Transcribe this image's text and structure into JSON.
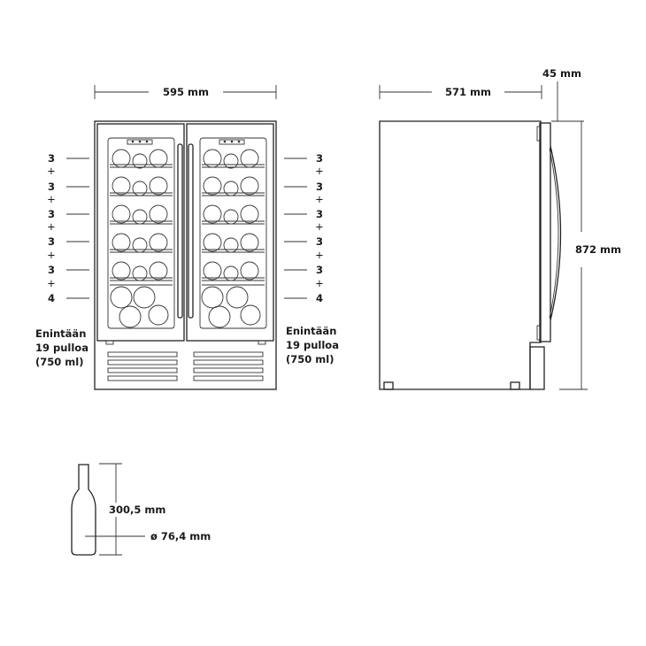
{
  "dimensions": {
    "front_width": "595 mm",
    "side_depth": "571 mm",
    "door_offset": "45 mm",
    "height": "872 mm"
  },
  "shelves_left": [
    "3",
    "+",
    "3",
    "+",
    "3",
    "+",
    "3",
    "+",
    "3",
    "+",
    "4"
  ],
  "shelves_right": [
    "3",
    "+",
    "3",
    "+",
    "3",
    "+",
    "3",
    "+",
    "3",
    "+",
    "4"
  ],
  "capacity_left": [
    "Enintään",
    "19 pulloa",
    "(750 ml)"
  ],
  "capacity_right": [
    "Enintään",
    "19 pulloa",
    "(750 ml)"
  ],
  "bottle": {
    "height": "300,5 mm",
    "diameter": "ø 76,4 mm"
  }
}
